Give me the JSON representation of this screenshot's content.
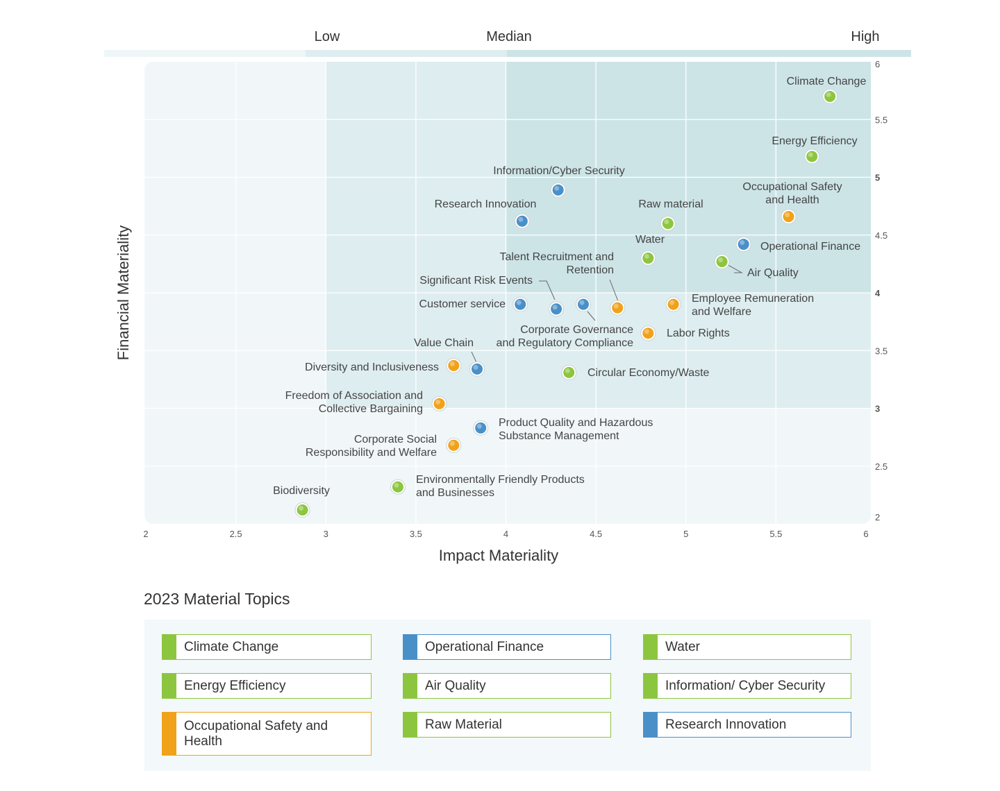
{
  "colors": {
    "green": "#8cc63f",
    "blue": "#4a90c8",
    "orange": "#f0a21a",
    "plot_bg": "#f1f7f9",
    "zone_mid": "#deedf0",
    "zone_high": "#cde4e7"
  },
  "bands": {
    "low": "Low",
    "median": "Median",
    "high": "High"
  },
  "chart_data": {
    "type": "scatter",
    "xlabel": "Impact Materiality",
    "ylabel": "Financial Materiality",
    "xlim": [
      2,
      6
    ],
    "ylim": [
      2,
      6
    ],
    "x_ticks": [
      "2",
      "2.5",
      "3",
      "3.5",
      "4",
      "4.5",
      "5",
      "5.5",
      "6"
    ],
    "y_ticks": [
      "2",
      "2.5",
      "3",
      "3.5",
      "4",
      "4.5",
      "5",
      "5.5",
      "6"
    ],
    "grid": true,
    "points": [
      {
        "label": "Climate Change",
        "x": 5.8,
        "y": 5.7,
        "color": "green"
      },
      {
        "label": "Energy Efficiency",
        "x": 5.7,
        "y": 5.18,
        "color": "green"
      },
      {
        "label": "Information/Cyber Security",
        "x": 4.29,
        "y": 4.89,
        "color": "blue"
      },
      {
        "label": "Occupational Safety and Health",
        "x": 5.57,
        "y": 4.66,
        "color": "orange"
      },
      {
        "label": "Raw material",
        "x": 4.9,
        "y": 4.6,
        "color": "green"
      },
      {
        "label": "Research Innovation",
        "x": 4.09,
        "y": 4.62,
        "color": "blue"
      },
      {
        "label": "Operational Finance",
        "x": 5.32,
        "y": 4.42,
        "color": "blue"
      },
      {
        "label": "Water",
        "x": 4.79,
        "y": 4.3,
        "color": "green"
      },
      {
        "label": "Air Quality",
        "x": 5.2,
        "y": 4.27,
        "color": "green"
      },
      {
        "label": "Talent Recruitment and Retention",
        "x": 4.62,
        "y": 3.87,
        "color": "orange"
      },
      {
        "label": "Significant Risk Events",
        "x": 4.28,
        "y": 3.86,
        "color": "blue"
      },
      {
        "label": "Customer service",
        "x": 4.08,
        "y": 3.9,
        "color": "blue"
      },
      {
        "label": "Corporate Governance and Regulatory Compliance",
        "x": 4.43,
        "y": 3.9,
        "color": "blue"
      },
      {
        "label": "Employee Remuneration and Welfare",
        "x": 4.93,
        "y": 3.9,
        "color": "orange"
      },
      {
        "label": "Labor Rights",
        "x": 4.79,
        "y": 3.65,
        "color": "orange"
      },
      {
        "label": "Value Chain",
        "x": 3.84,
        "y": 3.34,
        "color": "blue"
      },
      {
        "label": "Diversity and Inclusiveness",
        "x": 3.71,
        "y": 3.37,
        "color": "orange"
      },
      {
        "label": "Circular Economy/Waste",
        "x": 4.35,
        "y": 3.31,
        "color": "green"
      },
      {
        "label": "Freedom of Association and Collective Bargaining",
        "x": 3.63,
        "y": 3.04,
        "color": "orange"
      },
      {
        "label": "Product Quality and Hazardous Substance Management",
        "x": 3.86,
        "y": 2.83,
        "color": "blue"
      },
      {
        "label": "Corporate Social Responsibility and Welfare",
        "x": 3.71,
        "y": 2.68,
        "color": "orange"
      },
      {
        "label": "Environmentally Friendly Products and Businesses",
        "x": 3.4,
        "y": 2.32,
        "color": "green"
      },
      {
        "label": "Biodiversity",
        "x": 2.87,
        "y": 2.12,
        "color": "green"
      }
    ]
  },
  "legend": {
    "title": "2023 Material Topics",
    "items": [
      {
        "label": "Climate Change",
        "color": "green"
      },
      {
        "label": "Operational Finance",
        "color": "blue"
      },
      {
        "label": "Water",
        "color": "green"
      },
      {
        "label": "Energy Efficiency",
        "color": "green"
      },
      {
        "label": "Air Quality",
        "color": "green"
      },
      {
        "label": "Information/ Cyber Security",
        "color": "green"
      },
      {
        "label": "Occupational Safety and Health",
        "color": "orange"
      },
      {
        "label": "Raw Material",
        "color": "green"
      },
      {
        "label": "Research Innovation",
        "color": "blue"
      }
    ]
  }
}
